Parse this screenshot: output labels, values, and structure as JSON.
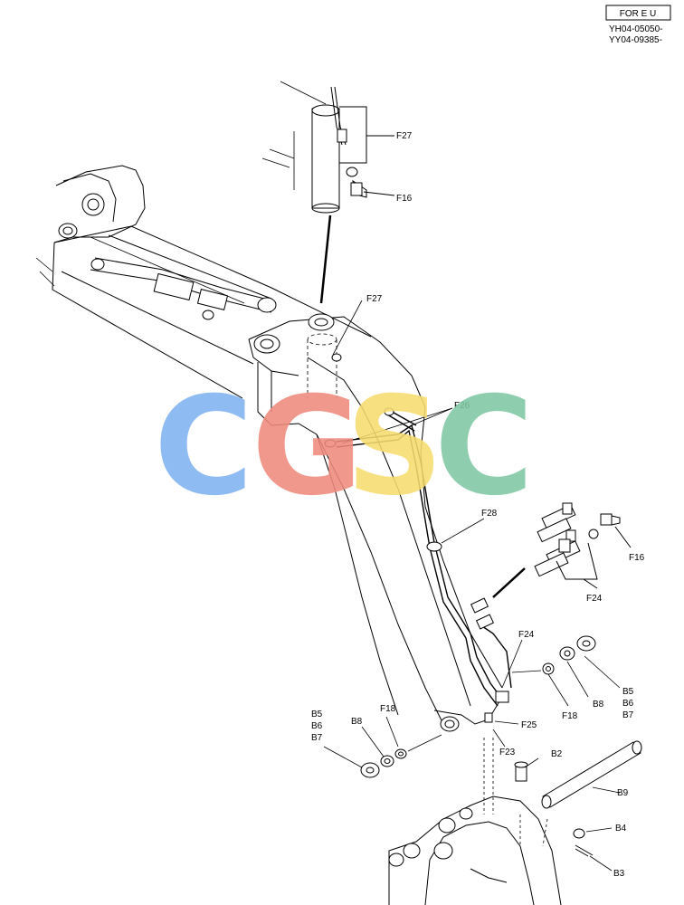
{
  "header": {
    "badge": "FOR E U",
    "serial_1": "YH04-05050-",
    "serial_2": "YY04-09385-"
  },
  "watermark": {
    "letters": [
      {
        "char": "C",
        "color": "#7fb2f0"
      },
      {
        "char": "G",
        "color": "#f08a7e"
      },
      {
        "char": "S",
        "color": "#f7dc6f"
      },
      {
        "char": "C",
        "color": "#7fc8a4"
      }
    ]
  },
  "callouts": {
    "f27_top": "F27",
    "f16_top": "F16",
    "f27_mid": "F27",
    "f26": "F26",
    "f28": "F28",
    "f16_right": "F16",
    "f24_right": "F24",
    "f24_mid": "F24",
    "b5_right": "B5",
    "b6_right": "B6",
    "b7_right": "B7",
    "b8_right": "B8",
    "f18_right": "F18",
    "b5_left": "B5",
    "b6_left": "B6",
    "b7_left": "B7",
    "b8_left": "B8",
    "f18_left": "F18",
    "f25": "F25",
    "f23": "F23",
    "b2": "B2",
    "b9": "B9",
    "b4": "B4",
    "b3": "B3"
  }
}
